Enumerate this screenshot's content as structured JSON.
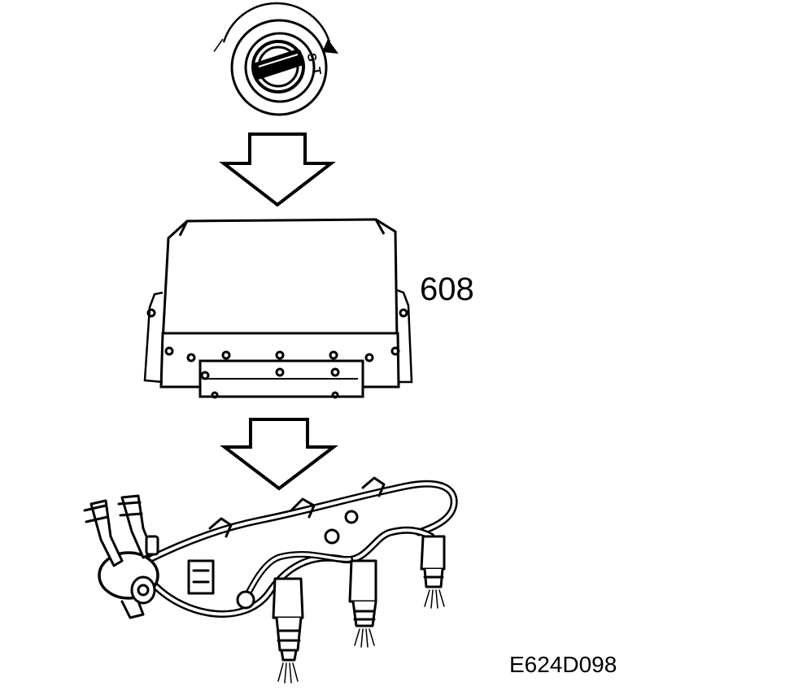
{
  "diagram": {
    "component_number": "608",
    "figure_code": "E624D098",
    "ignition_marks": [
      "S",
      "T"
    ],
    "ink_color": "#000000",
    "paper_color": "#ffffff",
    "icons": [
      "ignition-key-switch",
      "flow-arrow-down",
      "engine-control-module",
      "fuel-injector-harness"
    ]
  }
}
